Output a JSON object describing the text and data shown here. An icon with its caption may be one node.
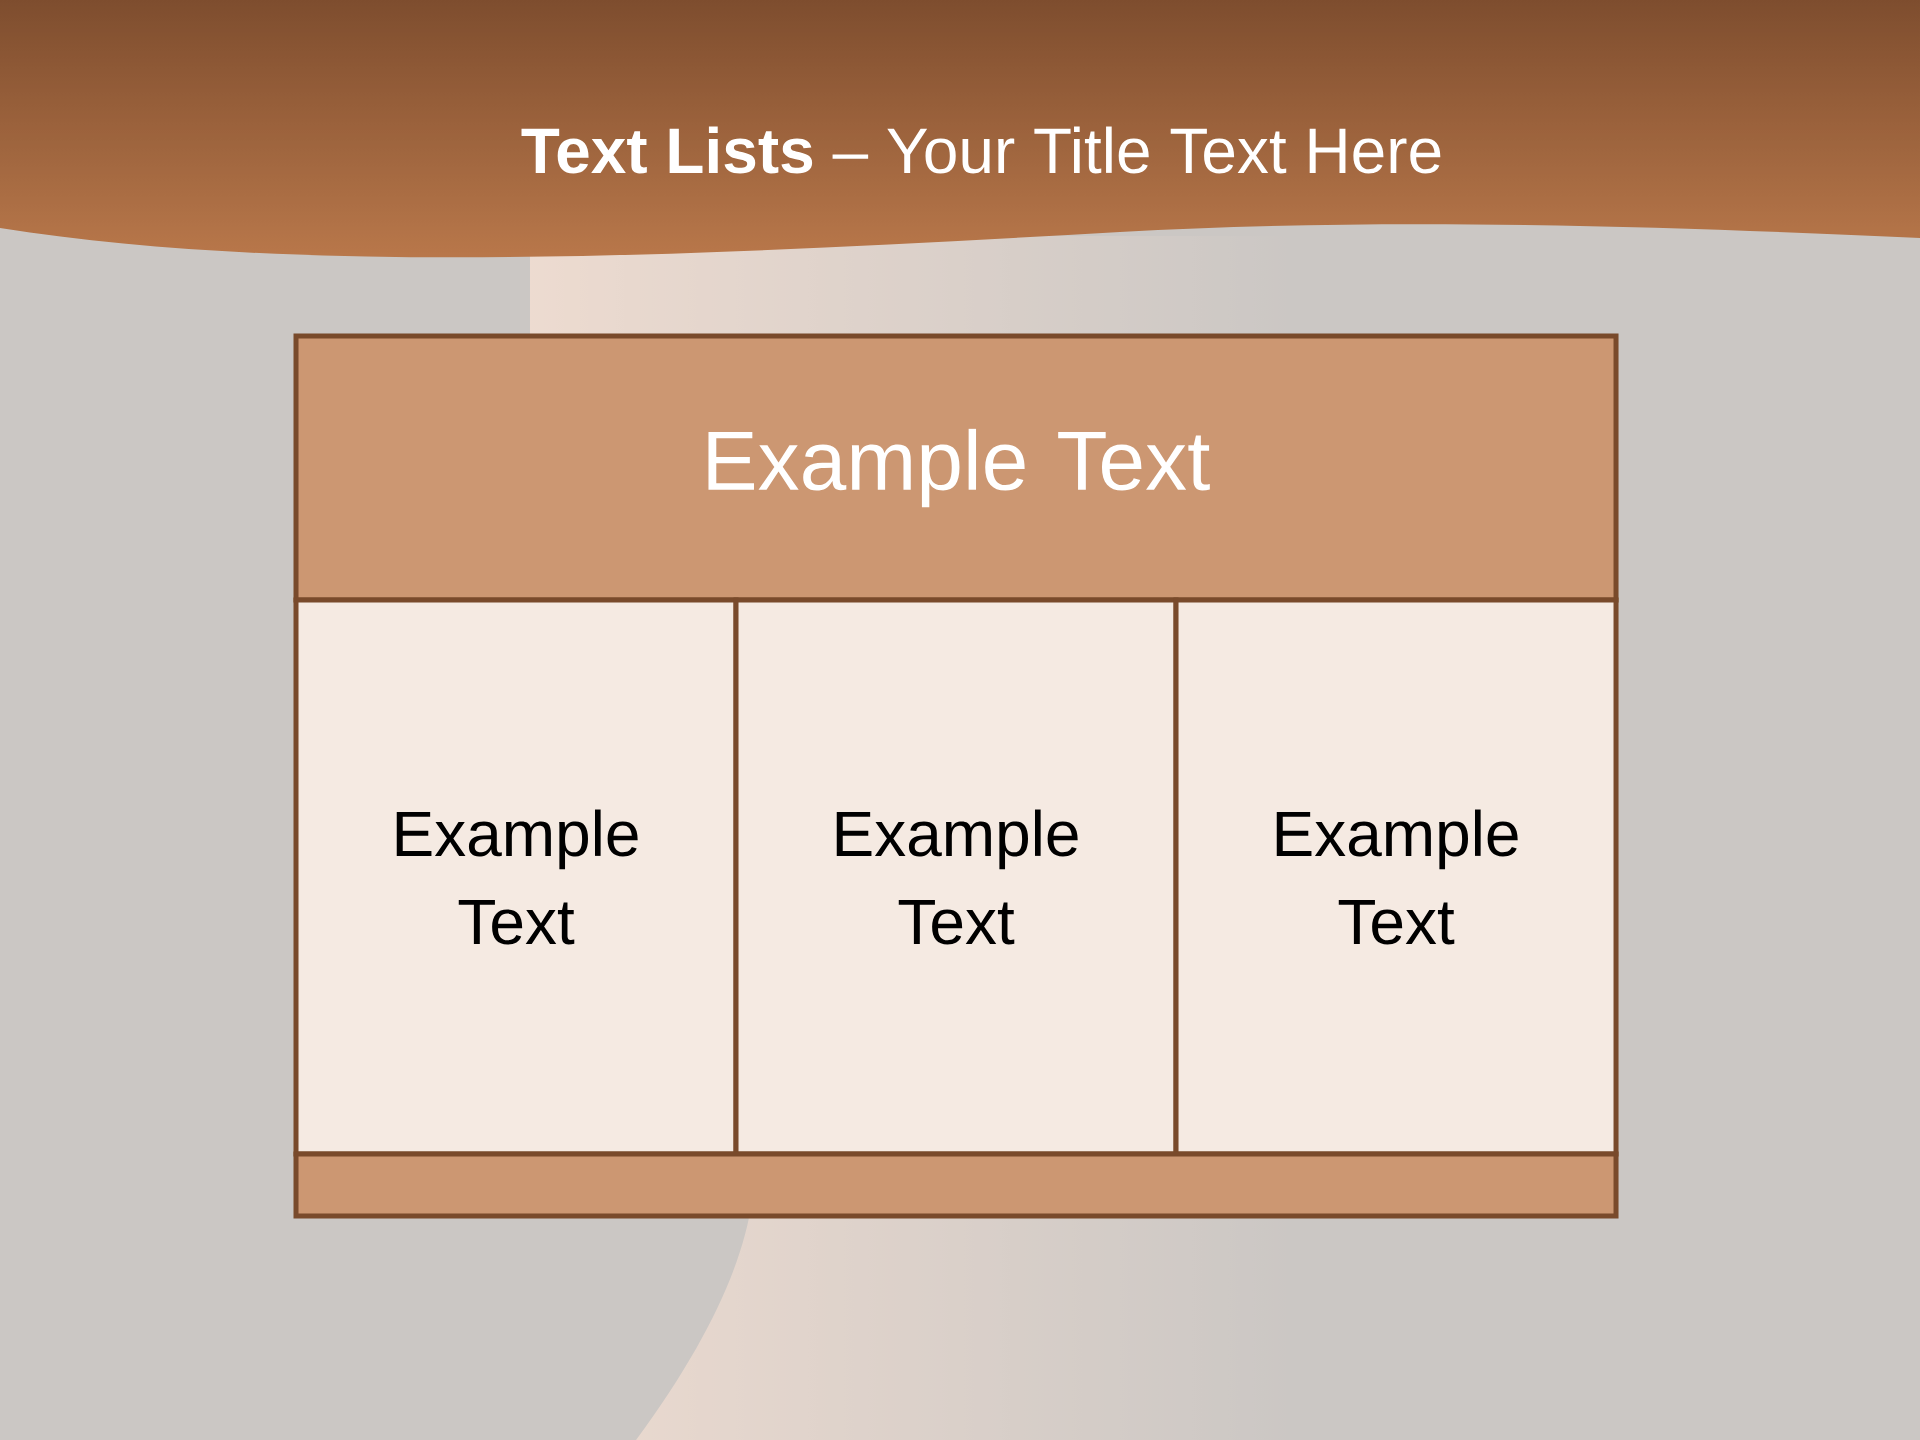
{
  "diagram": {
    "title": "**Text Lists** – Your Title Text Here",
    "nodes": [
      {
        "text": [
          "Example Text"
        ]
      },
      {
        "text": [
          "Example Text"
        ]
      },
      {
        "text": [
          "Example Text"
        ]
      },
      {
        "text": [
          "Example Text"
        ]
      },
      {
        "text": [],
        "shape": "box"
      }
    ]
  }
}
